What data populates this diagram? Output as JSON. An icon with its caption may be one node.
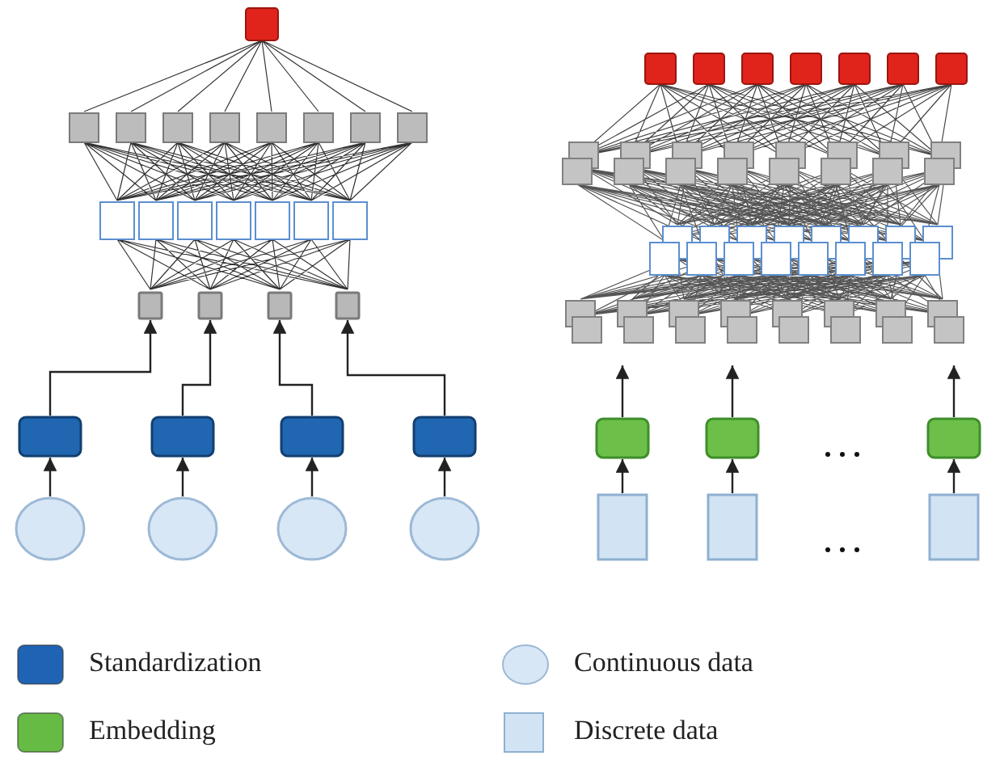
{
  "diagram": {
    "nodes": [
      {
        "text": [],
        "shape": "box"
      },
      {
        "text": [],
        "shape": "box"
      },
      {
        "text": [],
        "shape": "box"
      },
      {
        "text": [],
        "shape": "box"
      },
      {
        "text": [],
        "shape": "box"
      },
      {
        "text": [],
        "shape": "box"
      },
      {
        "text": [],
        "shape": "box"
      },
      {
        "text": [],
        "shape": "box"
      },
      {
        "text": [],
        "shape": "circle"
      },
      {
        "text": [],
        "shape": "circle"
      },
      {
        "text": [],
        "shape": "circle"
      },
      {
        "text": [],
        "shape": "circle"
      },
      {
        "text": [],
        "shape": "box"
      },
      {
        "text": [],
        "shape": "box"
      },
      {
        "text": [],
        "shape": "box"
      },
      {
        "text": [],
        "shape": "box"
      },
      {
        "text": [],
        "shape": "box"
      },
      {
        "text": [],
        "shape": "box"
      }
    ],
    "edges": [
      {
        "from": 8,
        "to": 4,
        "arrow": "to"
      },
      {
        "from": 9,
        "to": 5,
        "arrow": "to"
      },
      {
        "from": 10,
        "to": 6,
        "arrow": "to"
      },
      {
        "from": 11,
        "to": 7,
        "arrow": "to"
      },
      {
        "from": 4,
        "to": 0,
        "arrow": "to"
      },
      {
        "from": 5,
        "to": 1,
        "arrow": "to"
      },
      {
        "from": 6,
        "to": 2,
        "arrow": "to"
      },
      {
        "from": 7,
        "to": 3,
        "arrow": "to"
      },
      {
        "from": 15,
        "to": 12,
        "arrow": "to"
      },
      {
        "from": 16,
        "to": 13,
        "arrow": "to"
      },
      {
        "from": 17,
        "to": 14,
        "arrow": "to"
      },
      {
        "from": 12,
        "to": null,
        "arrow": "to"
      },
      {
        "from": 13,
        "to": null,
        "arrow": "to"
      },
      {
        "from": 14,
        "to": null,
        "arrow": "to"
      }
    ],
    "legend": [
      {
        "text": "Standardization",
        "color": "#1f64b4"
      },
      {
        "text": "Continuous data"
      },
      {
        "text": "Embedding",
        "color": "#66bb44"
      },
      {
        "text": "Discrete data"
      }
    ]
  }
}
